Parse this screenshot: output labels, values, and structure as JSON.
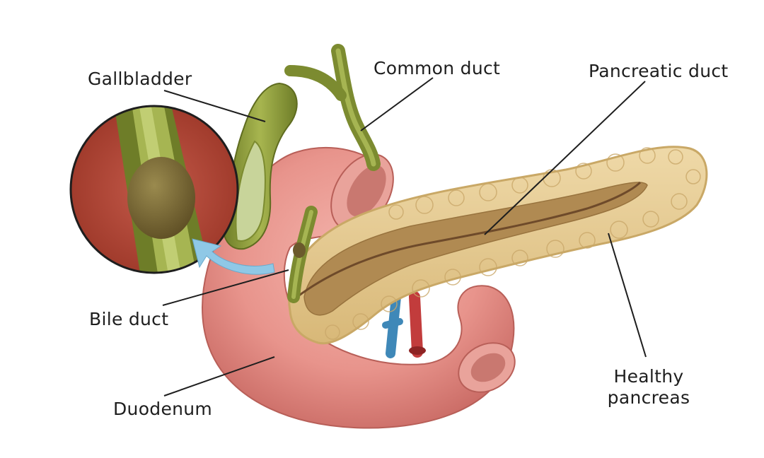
{
  "labels": {
    "gallbladder": "Gallbladder",
    "common_duct": "Common duct",
    "pancreatic_duct": "Pancreatic duct",
    "bile_duct": "Bile duct",
    "duodenum": "Duodenum",
    "healthy_pancreas_line1": "Healthy",
    "healthy_pancreas_line2": "pancreas"
  },
  "colors": {
    "duodenum": "#e8948c",
    "pancreas": "#e7cf9a",
    "bile_green": "#8a9a3a",
    "arrow": "#8fc8e6",
    "artery": "#c23c3c",
    "vein": "#3f88b8"
  }
}
